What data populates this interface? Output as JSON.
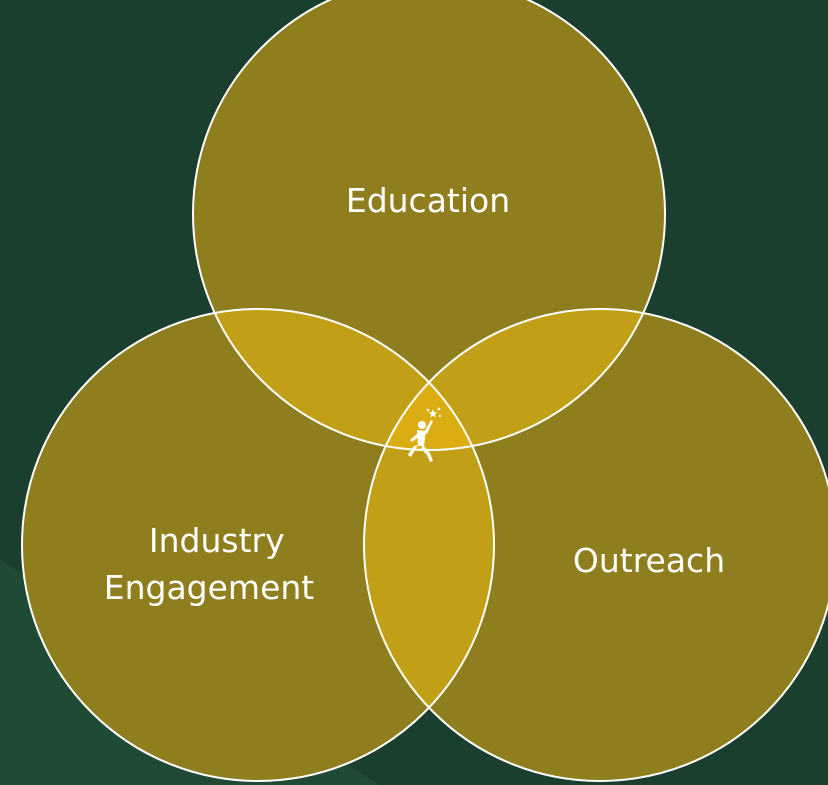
{
  "diagram": {
    "type": "venn",
    "circles": [
      {
        "id": "education",
        "label": "Education"
      },
      {
        "id": "industry",
        "label_lines": [
          "Industry",
          "Engagement"
        ]
      },
      {
        "id": "outreach",
        "label": "Outreach"
      }
    ],
    "center_icon": "person-reaching-stars-icon"
  },
  "colors": {
    "background": "#1b3f2e",
    "circle_fill": "#8f7e1e",
    "pair_overlap_fill": "#c19f16",
    "triple_overlap_fill": "#dcad12",
    "outline": "#ffffff"
  }
}
